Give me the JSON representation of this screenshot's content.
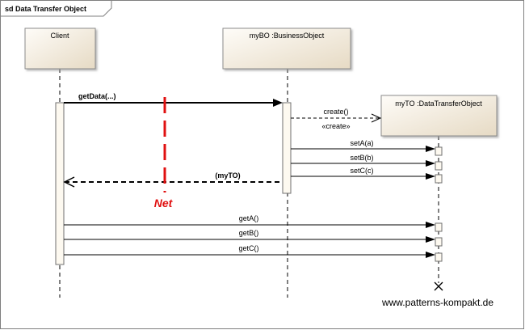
{
  "frame": {
    "title": "sd Data Transfer Object"
  },
  "lifelines": {
    "client": "Client",
    "business_object": "myBO :BusinessObject",
    "transfer_object": "myTO :DataTransferObject"
  },
  "messages": {
    "get_data": "getData(...)",
    "create": "create()",
    "create_stereotype": "«create»",
    "set_a": "setA(a)",
    "set_b": "setB(b)",
    "set_c": "setC(c)",
    "return_my_to": "(myTO)",
    "get_a": "getA()",
    "get_b": "getB()",
    "get_c": "getC()"
  },
  "annotations": {
    "net": "Net",
    "watermark": "www.patterns-kompakt.de"
  },
  "colors": {
    "lifeline_fill_top": "#fdfbf6",
    "lifeline_fill_bottom": "#e7dcc8",
    "net_line": "#e01010",
    "frame_border": "#808080"
  }
}
